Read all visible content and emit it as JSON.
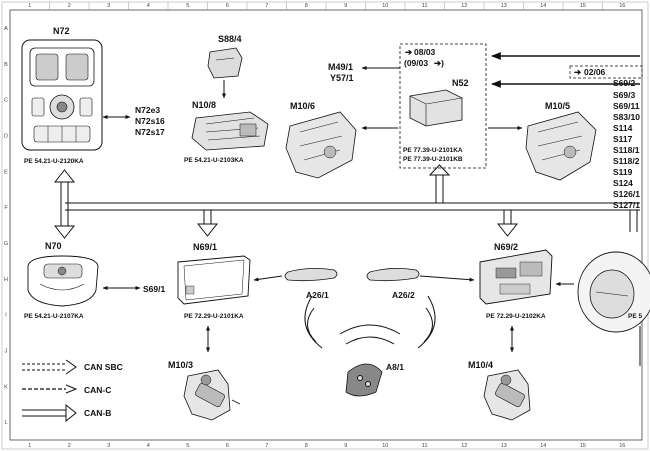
{
  "frame": {
    "col_ticks": [
      "1",
      "2",
      "3",
      "4",
      "5",
      "6",
      "7",
      "8",
      "9",
      "10",
      "11",
      "12",
      "13",
      "14",
      "15",
      "16"
    ],
    "row_ticks": [
      "A",
      "B",
      "C",
      "D",
      "E",
      "F",
      "G",
      "H",
      "I",
      "J",
      "K",
      "L"
    ]
  },
  "components": {
    "n72": {
      "label": "N72",
      "ref": "PE 54.21-U-2120KA",
      "links": [
        "N72e3",
        "N72s16",
        "N72s17"
      ]
    },
    "s88_4": {
      "label": "S88/4"
    },
    "n10_8": {
      "label": "N10/8",
      "ref": "PE 54.21-U-2103KA"
    },
    "m49_1": {
      "label": "M49/1"
    },
    "y57_1": {
      "label": "Y57/1"
    },
    "n52": {
      "label": "N52",
      "validity_1": "08/03",
      "validity_2": "(09/03",
      "ref1": "PE 77.39-U-2101KA",
      "ref2": "PE 77.39-U-2101KB"
    },
    "m10_6": {
      "label": "M10/6"
    },
    "m10_5": {
      "label": "M10/5"
    },
    "right_list": {
      "validity": "02/06",
      "items": [
        "S69/2",
        "S69/3",
        "S69/11",
        "S83/10",
        "S114",
        "S117",
        "S118/1",
        "S118/2",
        "S119",
        "S124",
        "S126/1",
        "S127/1"
      ]
    },
    "n70": {
      "label": "N70",
      "ref": "PE 54.21-U-2107KA"
    },
    "s69_1": {
      "label": "S69/1"
    },
    "n69_1": {
      "label": "N69/1",
      "ref": "PE 72.29-U-2101KA"
    },
    "n69_2": {
      "label": "N69/2",
      "ref": "PE 72.29-U-2102KA"
    },
    "a26_1": {
      "label": "A26/1"
    },
    "a26_2": {
      "label": "A26/2"
    },
    "a8_1": {
      "label": "A8/1"
    },
    "m10_3": {
      "label": "M10/3"
    },
    "m10_4": {
      "label": "M10/4"
    },
    "right_edge": {
      "ref": "PE 5"
    }
  },
  "legend": {
    "can_sbc": "CAN SBC",
    "can_c": "CAN-C",
    "can_b": "CAN-B"
  }
}
